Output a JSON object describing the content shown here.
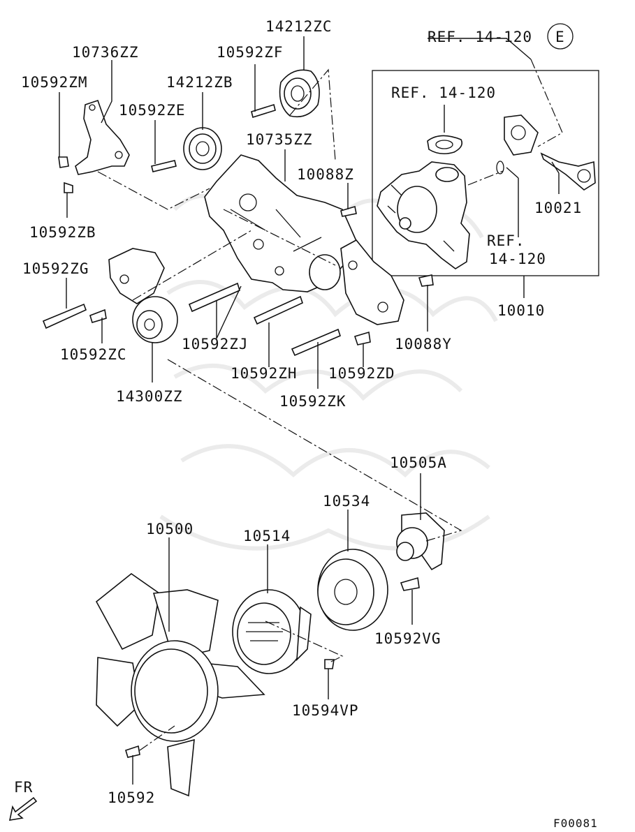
{
  "diagram": {
    "code": "F00081",
    "direction_label": "FR",
    "ref_circle_letter": "E",
    "labels": {
      "ref_top": "REF. 14-120",
      "ref_inner_1": "REF. 14-120",
      "ref_inner_2_line1": "REF.",
      "ref_inner_2_line2": "14-120",
      "p14212ZC": "14212ZC",
      "p10736ZZ": "10736ZZ",
      "p10592ZF": "10592ZF",
      "p10592ZM": "10592ZM",
      "p14212ZB": "14212ZB",
      "p10592ZE": "10592ZE",
      "p10735ZZ": "10735ZZ",
      "p10088Z": "10088Z",
      "p10021": "10021",
      "p10592ZB": "10592ZB",
      "p10592ZG": "10592ZG",
      "p10010": "10010",
      "p10592ZC": "10592ZC",
      "p10592ZJ": "10592ZJ",
      "p10088Y": "10088Y",
      "p14300ZZ": "14300ZZ",
      "p10592ZH": "10592ZH",
      "p10592ZD": "10592ZD",
      "p10592ZK": "10592ZK",
      "p10505A": "10505A",
      "p10534": "10534",
      "p10500": "10500",
      "p10514": "10514",
      "p10592VG": "10592VG",
      "p10594VP": "10594VP",
      "p10592": "10592"
    }
  }
}
